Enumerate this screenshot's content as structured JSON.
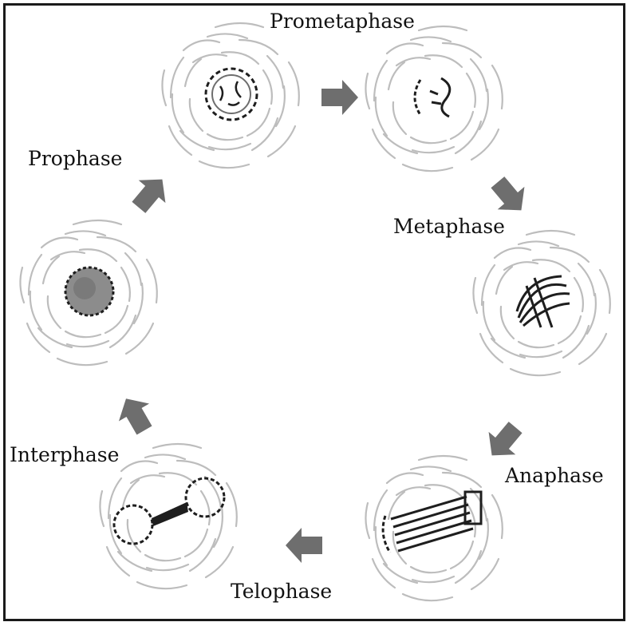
{
  "title": "",
  "colors": {
    "arrow": "#6e6e6e",
    "membrane": "#bdbdbd",
    "chromosome": "#1e1e1e",
    "nucleus_fill": "#8c8c8c",
    "background": "#ffffff"
  },
  "phases": [
    {
      "id": "prometaphase",
      "label": "Prometaphase"
    },
    {
      "id": "prophase",
      "label": "Prophase"
    },
    {
      "id": "metaphase",
      "label": "Metaphase"
    },
    {
      "id": "anaphase",
      "label": "Anaphase"
    },
    {
      "id": "telophase",
      "label": "Telophase"
    },
    {
      "id": "interphase",
      "label": "Interphase"
    }
  ],
  "cycle_order": [
    "Interphase",
    "Prophase",
    "Prometaphase",
    "Metaphase",
    "Anaphase",
    "Telophase"
  ]
}
